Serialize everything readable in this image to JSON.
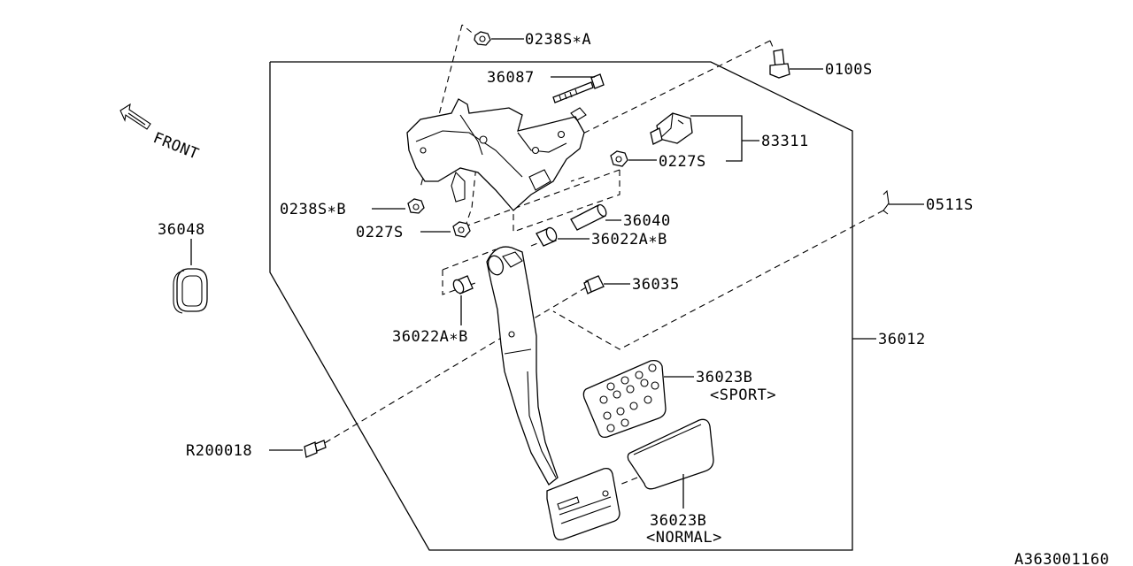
{
  "diagram_id": "A363001160",
  "direction_label": "FRONT",
  "labels": {
    "p0238S_A": "0238S∗A",
    "p36087": "36087",
    "p0100S": "0100S",
    "p83311": "83311",
    "p0227S_a": "0227S",
    "p0238S_B": "0238S∗B",
    "p0227S_b": "0227S",
    "p36040": "36040",
    "p36022AB_a": "36022A∗B",
    "p0511S": "0511S",
    "p36048": "36048",
    "p36035": "36035",
    "p36022AB_b": "36022A∗B",
    "p36012": "36012",
    "p36023B_sport": "36023B",
    "sport_note": "<SPORT>",
    "pR200018": "R200018",
    "p36023B_normal": "36023B",
    "normal_note": "<NORMAL>"
  }
}
